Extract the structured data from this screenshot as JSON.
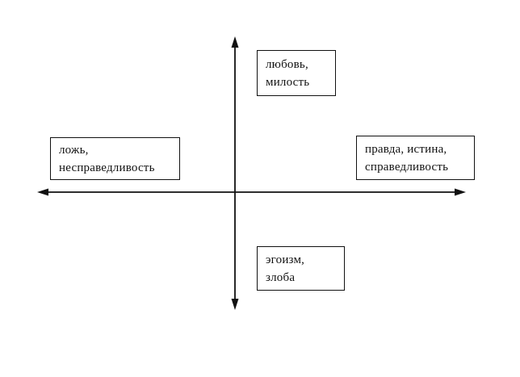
{
  "diagram": {
    "type": "quadrant-axes",
    "background_color": "#ffffff",
    "line_color": "#111111",
    "text_color": "#111111",
    "labels": {
      "top": "любовь,\nмилость",
      "left": "ложь,\nнесправедливость",
      "right": "правда, истина,\nсправедливость",
      "bottom": "эгоизм,\nзлоба"
    },
    "axes": {
      "vertical_arrows": "both ends",
      "horizontal_arrows": "both ends"
    }
  }
}
